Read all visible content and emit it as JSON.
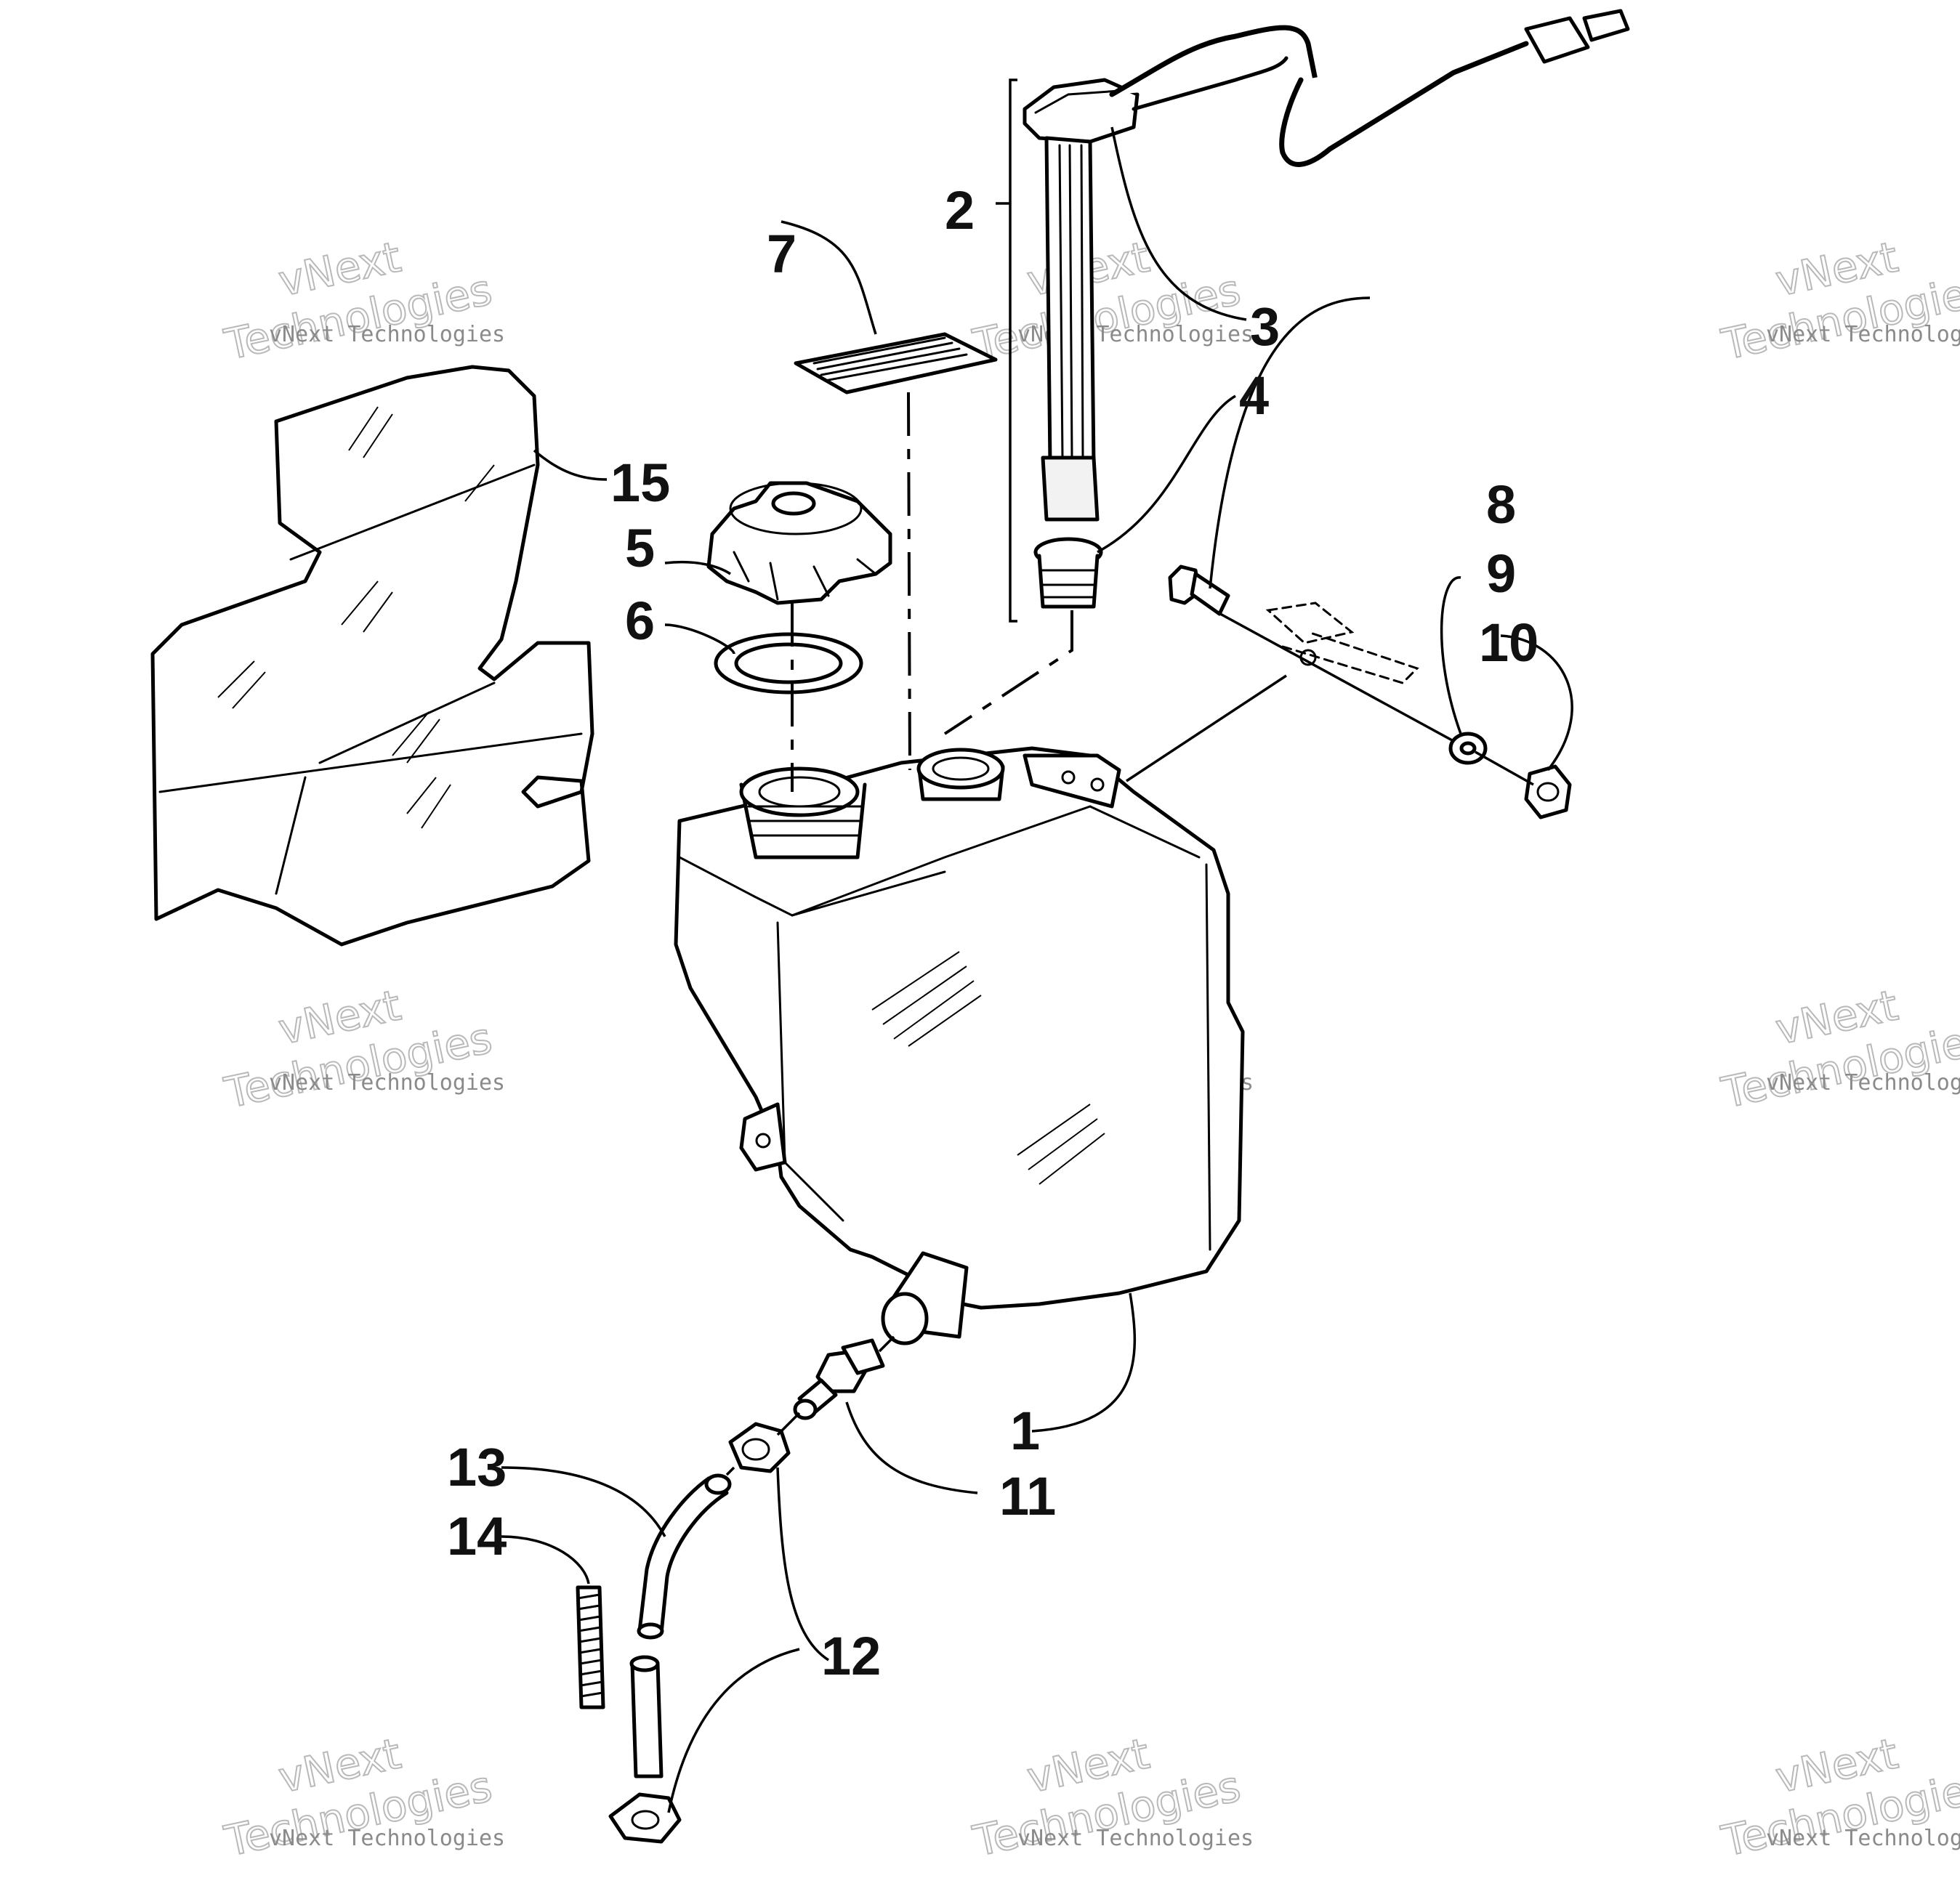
{
  "watermark": {
    "line1": "vNext",
    "line2": "Technologies",
    "small": "vNext Technologies"
  },
  "callouts": [
    "1",
    "2",
    "3",
    "4",
    "5",
    "6",
    "7",
    "8",
    "9",
    "10",
    "11",
    "12",
    "13",
    "14",
    "15"
  ],
  "icons": {
    "tank": "fuel-tank",
    "gauge": "fuel-gauge-sender",
    "cap": "fuel-cap"
  }
}
